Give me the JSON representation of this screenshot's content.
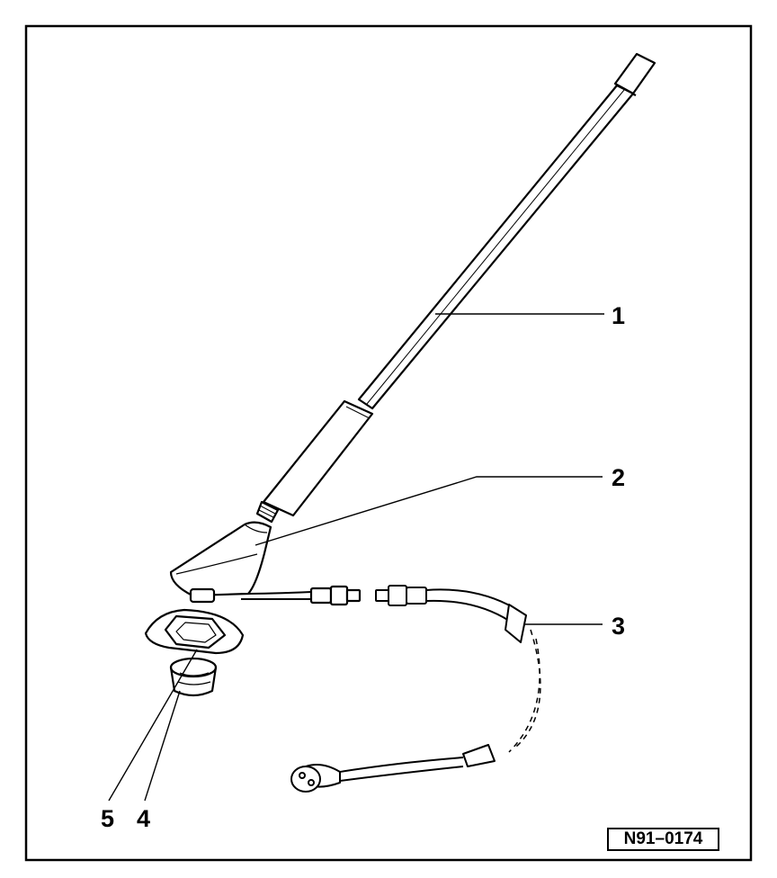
{
  "diagram": {
    "callouts": [
      {
        "id": "1",
        "label": "1"
      },
      {
        "id": "2",
        "label": "2"
      },
      {
        "id": "3",
        "label": "3"
      },
      {
        "id": "4",
        "label": "4"
      },
      {
        "id": "5",
        "label": "5"
      }
    ],
    "figure_id": "N91–0174",
    "colors": {
      "line": "#000000",
      "background": "#ffffff"
    }
  }
}
